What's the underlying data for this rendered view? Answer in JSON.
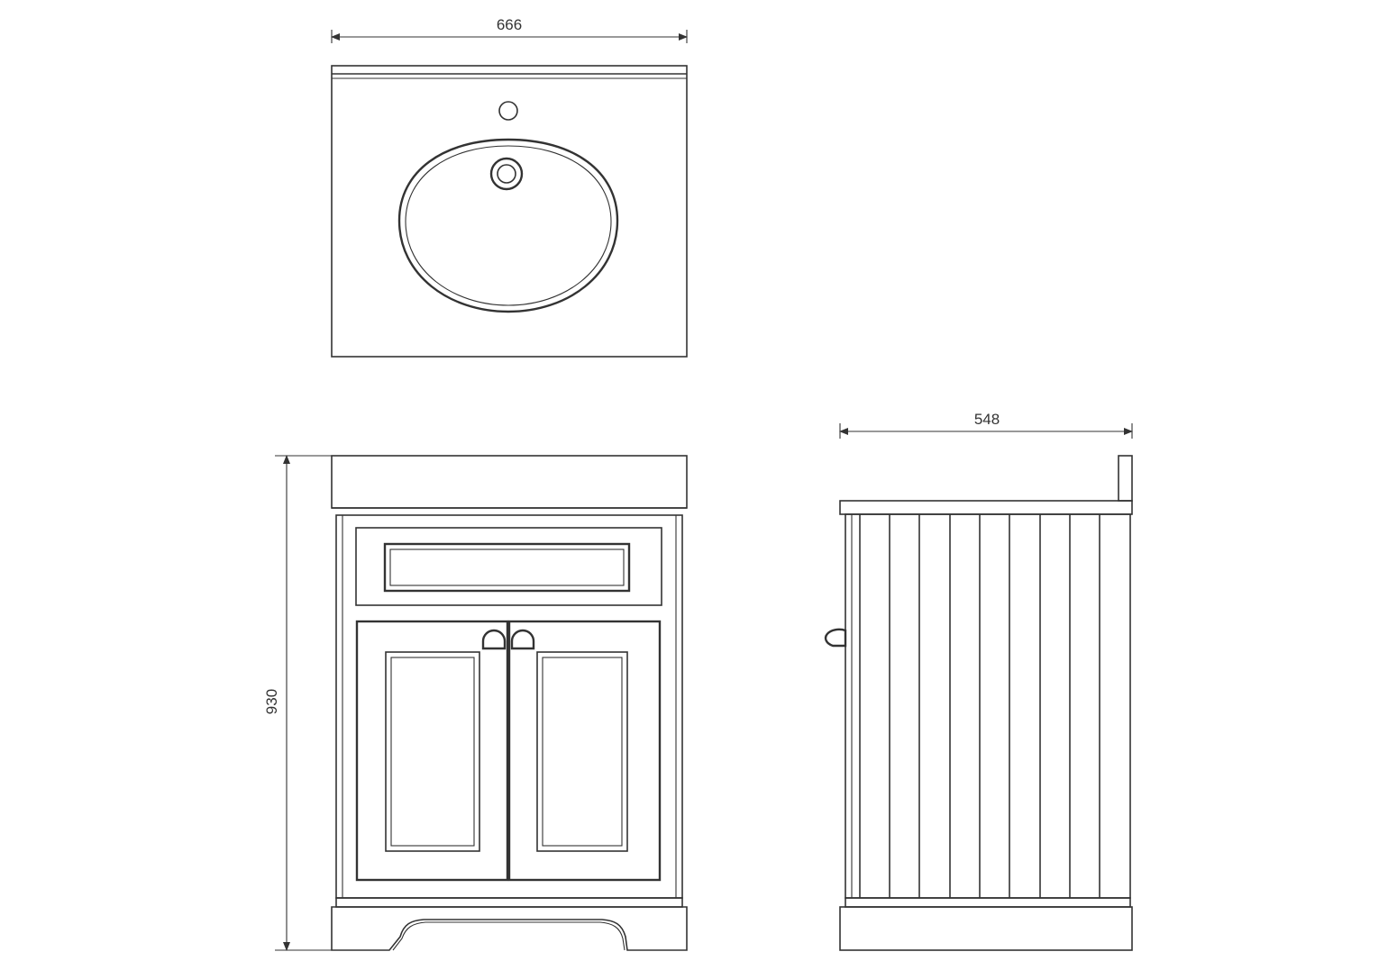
{
  "drawing": {
    "line_color": "#333333",
    "background": "#ffffff"
  },
  "dimensions": {
    "top_width": "666",
    "side_depth": "548",
    "front_height": "930"
  },
  "views": {
    "plan": {
      "tap_holes": 1,
      "basin_shape": "oval"
    },
    "front": {
      "drawers": 1,
      "doors": 2,
      "handle_icon": "half-round-pull-icon"
    },
    "side": {
      "tongue_and_groove_panels": 9
    }
  }
}
